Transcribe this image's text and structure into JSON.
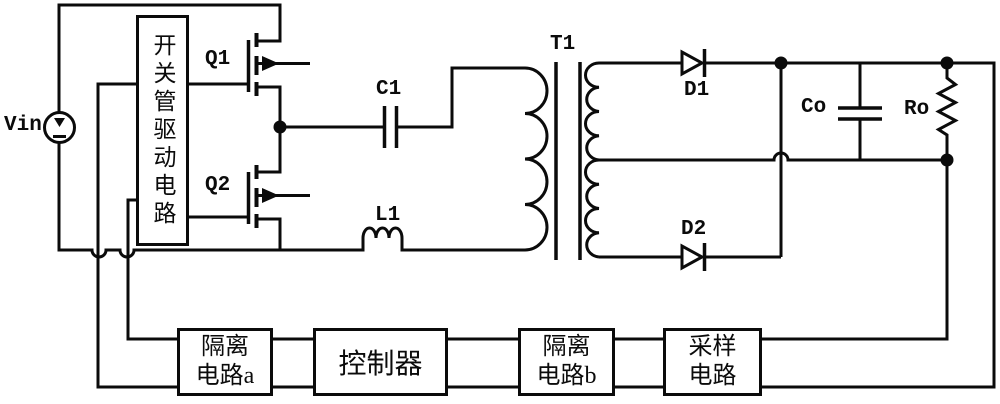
{
  "diagram": {
    "type": "circuit-schematic",
    "description_visible_components": [
      "voltage-source",
      "half-bridge-mosfets",
      "resonant-capacitor",
      "resonant-inductor",
      "transformer",
      "rectifier-diodes",
      "output-filter",
      "load",
      "feedback-control-blocks"
    ],
    "colors": {
      "line": "#0b0b0b",
      "background": "#ffffff"
    },
    "component_labels": {
      "vin": "Vin",
      "q1": "Q1",
      "q2": "Q2",
      "c1": "C1",
      "l1": "L1",
      "t1": "T1",
      "d1": "D1",
      "d2": "D2",
      "co": "Co",
      "ro": "Ro"
    },
    "blocks": {
      "driver": "开关管驱动电路",
      "isolation_a": [
        "隔离",
        "电路a"
      ],
      "controller": "控制器",
      "isolation_b": [
        "隔离",
        "电路b"
      ],
      "sampling": [
        "采样",
        "电路"
      ]
    }
  }
}
